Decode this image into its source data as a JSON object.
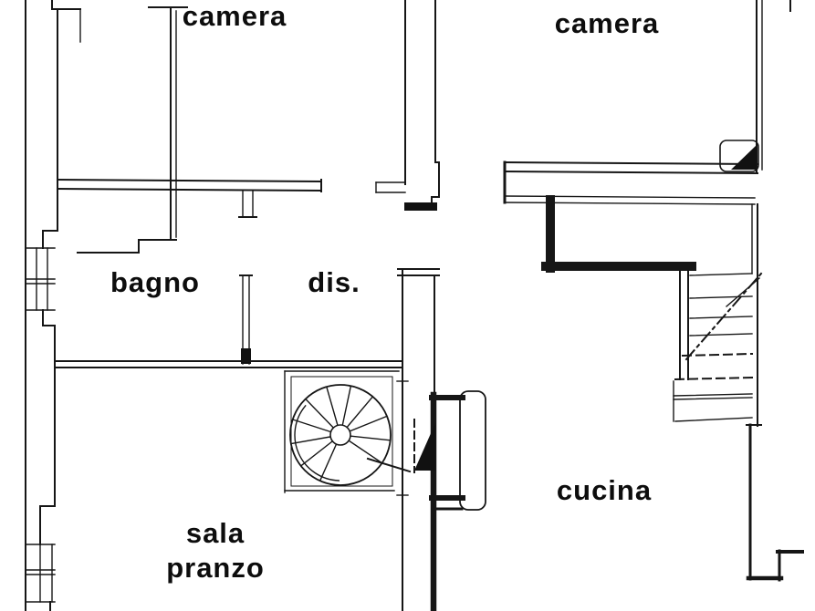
{
  "plan": {
    "type": "apartment-floor-plan",
    "colors": {
      "background": "#ffffff",
      "line": "#161616",
      "text": "#0d0d0d"
    },
    "rooms": [
      {
        "id": "camera-1",
        "label": "camera"
      },
      {
        "id": "camera-2",
        "label": "camera"
      },
      {
        "id": "bagno",
        "label": "bagno"
      },
      {
        "id": "disimpegno",
        "label": "dis."
      },
      {
        "id": "cucina",
        "label": "cucina"
      },
      {
        "id": "sala-pranzo",
        "label_line1": "sala",
        "label_line2": "pranzo"
      }
    ],
    "features": [
      {
        "id": "spiral-staircase",
        "type": "stair-spiral"
      },
      {
        "id": "straight-staircase",
        "type": "stair-straight"
      },
      {
        "id": "entrance-door",
        "type": "door-swing"
      },
      {
        "id": "camera-2-door",
        "type": "door-swing"
      },
      {
        "id": "window-bagno",
        "type": "window"
      },
      {
        "id": "window-sala-pranzo",
        "type": "window"
      }
    ]
  }
}
